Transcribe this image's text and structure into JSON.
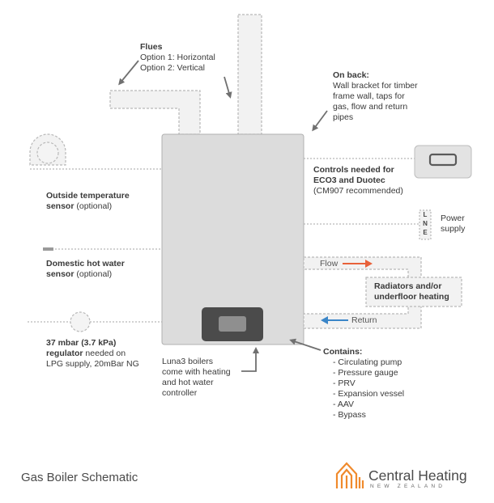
{
  "flues": {
    "title": "Flues",
    "option1": "Option 1: Horizontal",
    "option2": "Option 2: Vertical"
  },
  "on_back": {
    "title": "On back:",
    "lines": [
      "Wall bracket for timber",
      "frame wall, taps for",
      "gas, flow and return",
      "pipes"
    ]
  },
  "outside_sensor": {
    "title_line1": "Outside temperature",
    "title_line2": "sensor",
    "note": " (optional)"
  },
  "controls": {
    "line1": "Controls needed for",
    "line2": "ECO3 and Duotec",
    "note": "(CM907 recommended)"
  },
  "power": {
    "line1": "Power",
    "line2": "supply",
    "letters": [
      "L",
      "N",
      "E"
    ]
  },
  "dhw_sensor": {
    "title_line1": "Domestic hot water",
    "title_line2": "sensor",
    "note": " (optional)"
  },
  "flow_label": "Flow",
  "return_label": "Return",
  "radiators": {
    "line1": "Radiators and/or",
    "line2": "underfloor heating"
  },
  "regulator": {
    "title_line1": "37 mbar (3.7 kPa)",
    "title_line2": "regulator",
    "rest_line2": " needed on",
    "line3": "LPG supply, 20mBar NG"
  },
  "luna": {
    "lines": [
      "Luna3 boilers",
      "come with heating",
      "and hot water",
      "controller"
    ]
  },
  "contains": {
    "title": "Contains:",
    "items": [
      "- Circulating pump",
      "- Pressure gauge",
      "- PRV",
      "- Expansion vessel",
      "- AAV",
      "- Bypass"
    ]
  },
  "footer": {
    "title": "Gas Boiler Schematic",
    "brand": "Central Heating",
    "brand_sub": "NEW ZEALAND"
  },
  "colors": {
    "flow_arrow": "#e8613a",
    "return_arrow": "#3b86c8",
    "boiler_fill": "#dcdcdc",
    "pipe_fill": "#f2f2f2",
    "logo": "#f08a2c"
  }
}
